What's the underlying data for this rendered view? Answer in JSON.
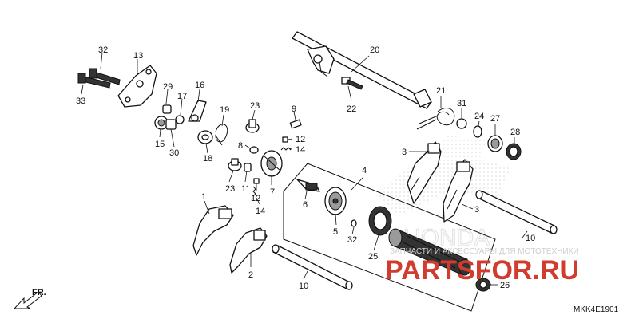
{
  "diagram": {
    "part_numbers": [
      "1",
      "2",
      "3",
      "3",
      "4",
      "5",
      "6",
      "7",
      "8",
      "9",
      "10",
      "10",
      "11",
      "12",
      "12",
      "13",
      "14",
      "14",
      "15",
      "16",
      "17",
      "18",
      "19",
      "20",
      "21",
      "22",
      "23",
      "23",
      "24",
      "25",
      "26",
      "27",
      "28",
      "29",
      "30",
      "31",
      "32",
      "32",
      "33"
    ],
    "direction_label": "FR.",
    "drawing_code": "MKK4E1901",
    "watermark": {
      "site": "PARTSFOR.RU",
      "tagline": "ЗАПЧАСТИ И АКСЕССУАРЫ ДЛЯ МОТОТЕХНИКИ",
      "outline_text": "HONDA"
    }
  }
}
